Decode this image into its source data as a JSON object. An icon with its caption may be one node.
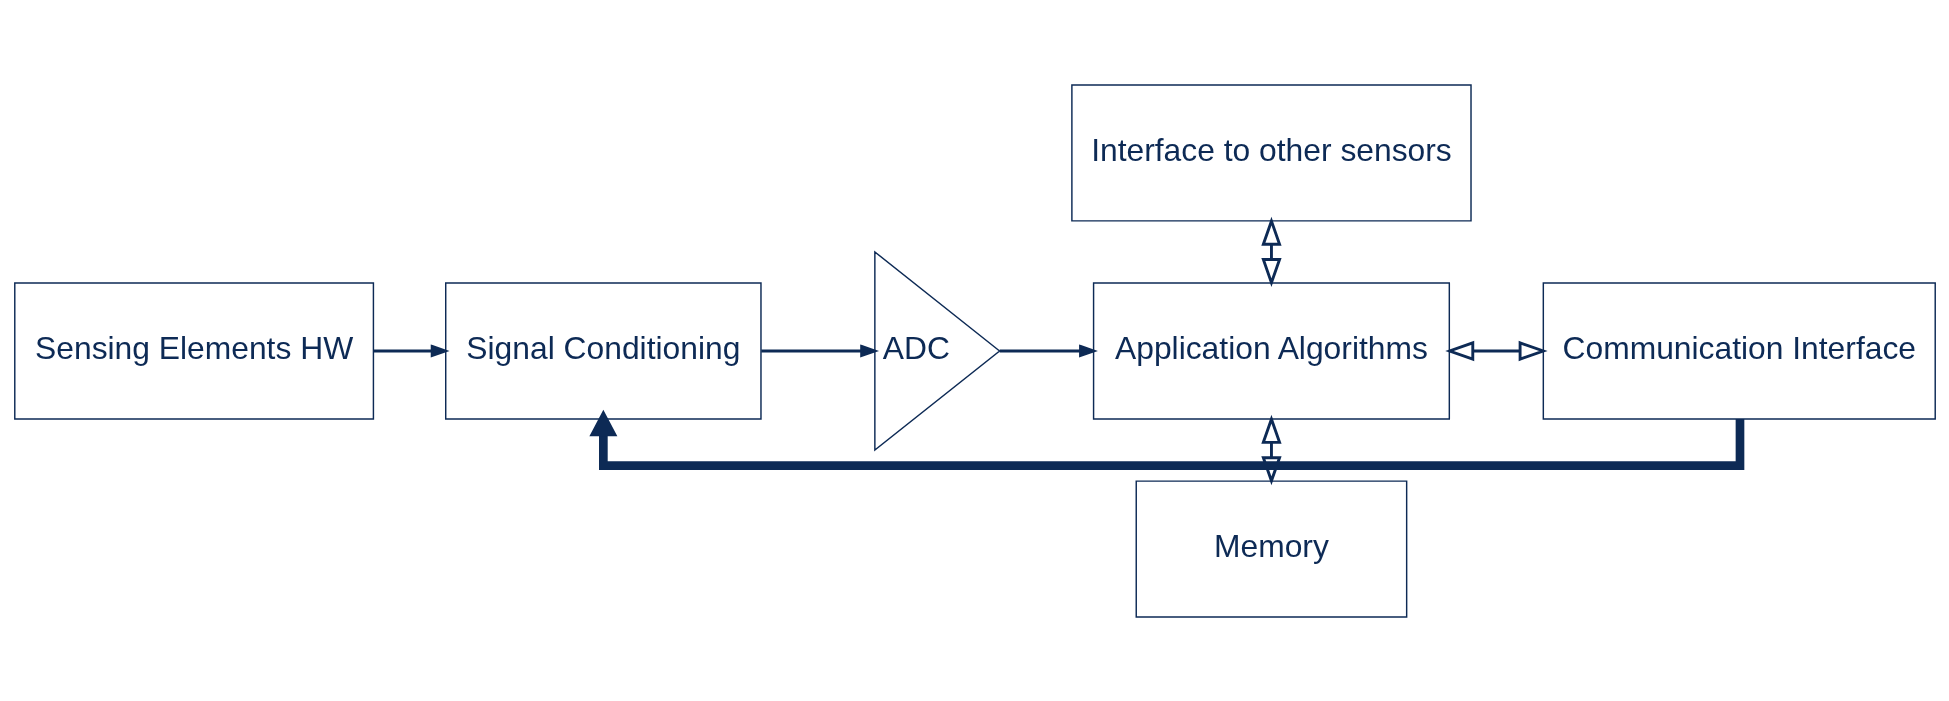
{
  "diagram": {
    "nodes": [
      {
        "text": [
          "Interface to other sensors"
        ]
      },
      {
        "text": [
          "Sensing Elements HW"
        ]
      },
      {
        "text": [
          "Signal Conditioning"
        ]
      },
      {
        "text": [
          "ADC"
        ]
      },
      {
        "text": [
          "Application Algorithms"
        ]
      },
      {
        "text": [
          "Communication Interface"
        ]
      },
      {
        "text": [
          "Memory"
        ]
      }
    ],
    "edges": [
      {
        "from": 1,
        "to": 2,
        "arrow": "to"
      },
      {
        "from": 2,
        "to": 3,
        "arrow": "to"
      },
      {
        "from": 3,
        "to": 4,
        "arrow": "to"
      },
      {
        "from": 0,
        "to": 4,
        "arrow": "both"
      },
      {
        "from": 4,
        "to": 5,
        "arrow": "both"
      },
      {
        "from": 4,
        "to": 6,
        "arrow": "both"
      },
      {
        "from": 5,
        "to": 2,
        "arrow": "to",
        "style": "thick"
      }
    ]
  }
}
